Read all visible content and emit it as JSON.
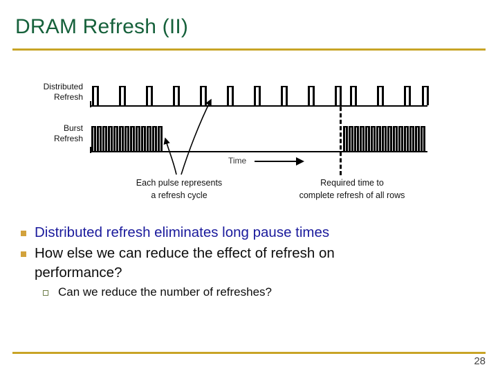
{
  "slide": {
    "title": "DRAM Refresh (II)",
    "page_number": "28",
    "title_color": "#16613b",
    "rule_color": "#c8a426"
  },
  "figure": {
    "row_labels": {
      "distributed": "Distributed\nRefresh",
      "distributed_line1": "Distributed",
      "distributed_line2": "Refresh",
      "burst_line1": "Burst",
      "burst_line2": "Refresh"
    },
    "time_axis_label": "Time",
    "captions": {
      "left_line1": "Each pulse represents",
      "left_line2": "a refresh cycle",
      "right_line1": "Required time to",
      "right_line2": "complete refresh of all rows"
    },
    "series": {
      "distributed": {
        "name": "Distributed Refresh",
        "pulse_count": 14,
        "pulse_x": [
          133,
          172,
          211,
          250,
          289,
          328,
          367,
          406,
          445,
          484,
          506,
          545,
          584,
          610
        ],
        "pulse_width": 10,
        "pulse_height": 28,
        "evenly_spaced": true
      },
      "burst": {
        "name": "Burst Refresh",
        "cluster_count": 2,
        "clusters": [
          {
            "start_x": 132,
            "pulse_count": 13,
            "pitch": 8
          },
          {
            "start_x": 496,
            "pulse_count": 15,
            "pitch": 8
          }
        ],
        "pulse_width": 7,
        "pulse_height": 36
      }
    },
    "divider": {
      "name": "required-refresh-time-marker",
      "style": "dashed",
      "x": 491
    }
  },
  "bullets": [
    {
      "level": 1,
      "marker": "solid-square",
      "color": "#1a1a9c",
      "text": "Distributed refresh eliminates long pause times"
    },
    {
      "level": 1,
      "marker": "solid-square",
      "color": "#0d0d0d",
      "text": "How else we can reduce the effect of refresh on performance?"
    },
    {
      "level": 2,
      "marker": "hollow-square",
      "color": "#0d0d0d",
      "text": "Can we reduce the number of refreshes?"
    }
  ]
}
